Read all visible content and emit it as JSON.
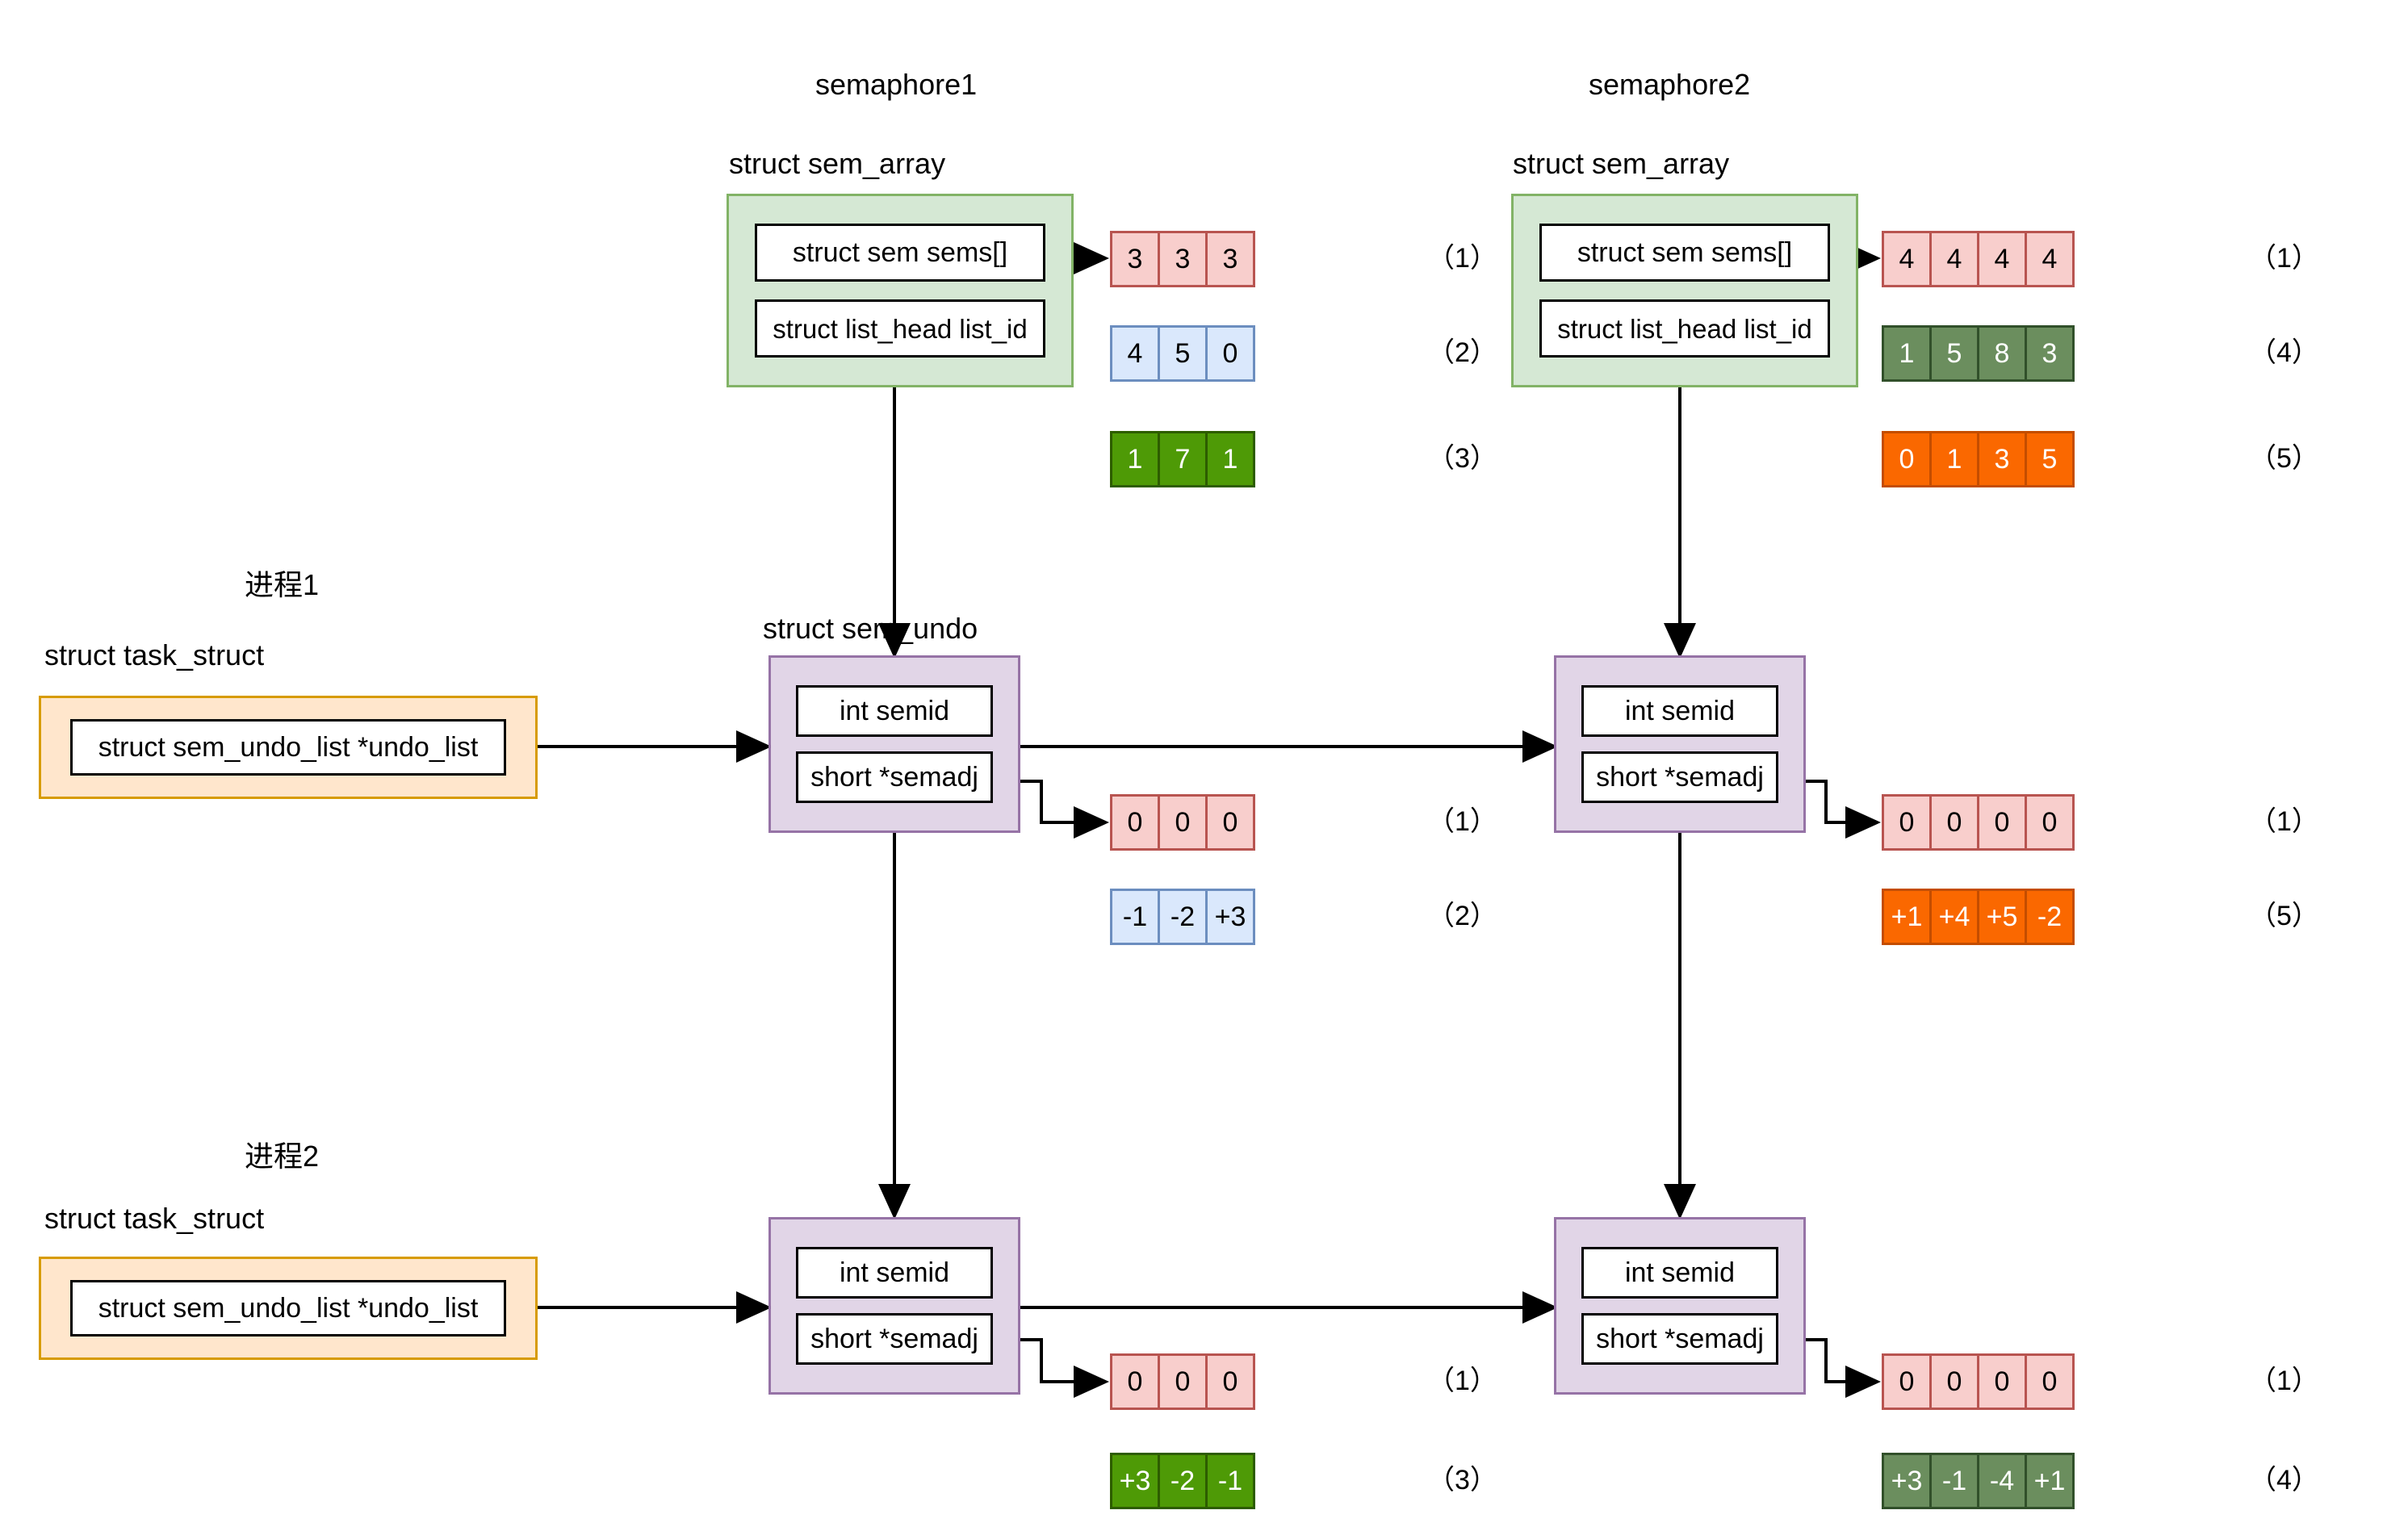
{
  "diagram": {
    "title_top_left": "semaphore1",
    "title_top_right": "semaphore2",
    "process1_label": "进程1",
    "process2_label": "进程2",
    "struct_sem_array_label": "struct sem_array",
    "struct_sem_undo_label": "struct sem_undo",
    "struct_task_struct_label": "struct task_struct",
    "fields": {
      "sem_sems": "struct sem sems[]",
      "list_head": "struct list_head list_id",
      "semid": "int semid",
      "semadj": "short *semadj",
      "undo_list": "struct sem_undo_list *undo_list"
    },
    "colors": {
      "green_fill": "#d5e8d4",
      "green_stroke": "#82b366",
      "purple_fill": "#e1d5e7",
      "purple_stroke": "#9673a6",
      "orange_fill": "#ffe6cc",
      "orange_stroke": "#d79b00",
      "red_fill": "#f8cecc",
      "red_stroke": "#b85450",
      "blue_fill": "#dae8fc",
      "blue_stroke": "#6c8ebf",
      "brightgreen_fill": "#4e9a06",
      "darkgreen_fill": "#6b8e5e",
      "orange_cell_fill": "#fa6800"
    }
  },
  "arrays": {
    "sem1_sems_values": {
      "tag": "（1）",
      "values": [
        "3",
        "3",
        "3"
      ]
    },
    "sem1_row2": {
      "tag": "（2）",
      "values": [
        "4",
        "5",
        "0"
      ]
    },
    "sem1_row3": {
      "tag": "（3）",
      "values": [
        "1",
        "7",
        "1"
      ]
    },
    "sem2_sems_values": {
      "tag": "（1）",
      "values": [
        "4",
        "4",
        "4",
        "4"
      ]
    },
    "sem2_row4": {
      "tag": "（4）",
      "values": [
        "1",
        "5",
        "8",
        "3"
      ]
    },
    "sem2_row5": {
      "tag": "（5）",
      "values": [
        "0",
        "1",
        "3",
        "5"
      ]
    },
    "p1_s1_semadj_zero": {
      "tag": "（1）",
      "values": [
        "0",
        "0",
        "0"
      ]
    },
    "p1_s1_semadj_row2": {
      "tag": "（2）",
      "values": [
        "-1",
        "-2",
        "+3"
      ]
    },
    "p1_s2_semadj_zero": {
      "tag": "（1）",
      "values": [
        "0",
        "0",
        "0",
        "0"
      ]
    },
    "p1_s2_semadj_row5": {
      "tag": "（5）",
      "values": [
        "+1",
        "+4",
        "+5",
        "-2"
      ]
    },
    "p2_s1_semadj_zero": {
      "tag": "（1）",
      "values": [
        "0",
        "0",
        "0"
      ]
    },
    "p2_s1_semadj_row3": {
      "tag": "（3）",
      "values": [
        "+3",
        "-2",
        "-1"
      ]
    },
    "p2_s2_semadj_zero": {
      "tag": "（1）",
      "values": [
        "0",
        "0",
        "0",
        "0"
      ]
    },
    "p2_s2_semadj_row4": {
      "tag": "（4）",
      "values": [
        "+3",
        "-1",
        "-4",
        "+1"
      ]
    }
  }
}
